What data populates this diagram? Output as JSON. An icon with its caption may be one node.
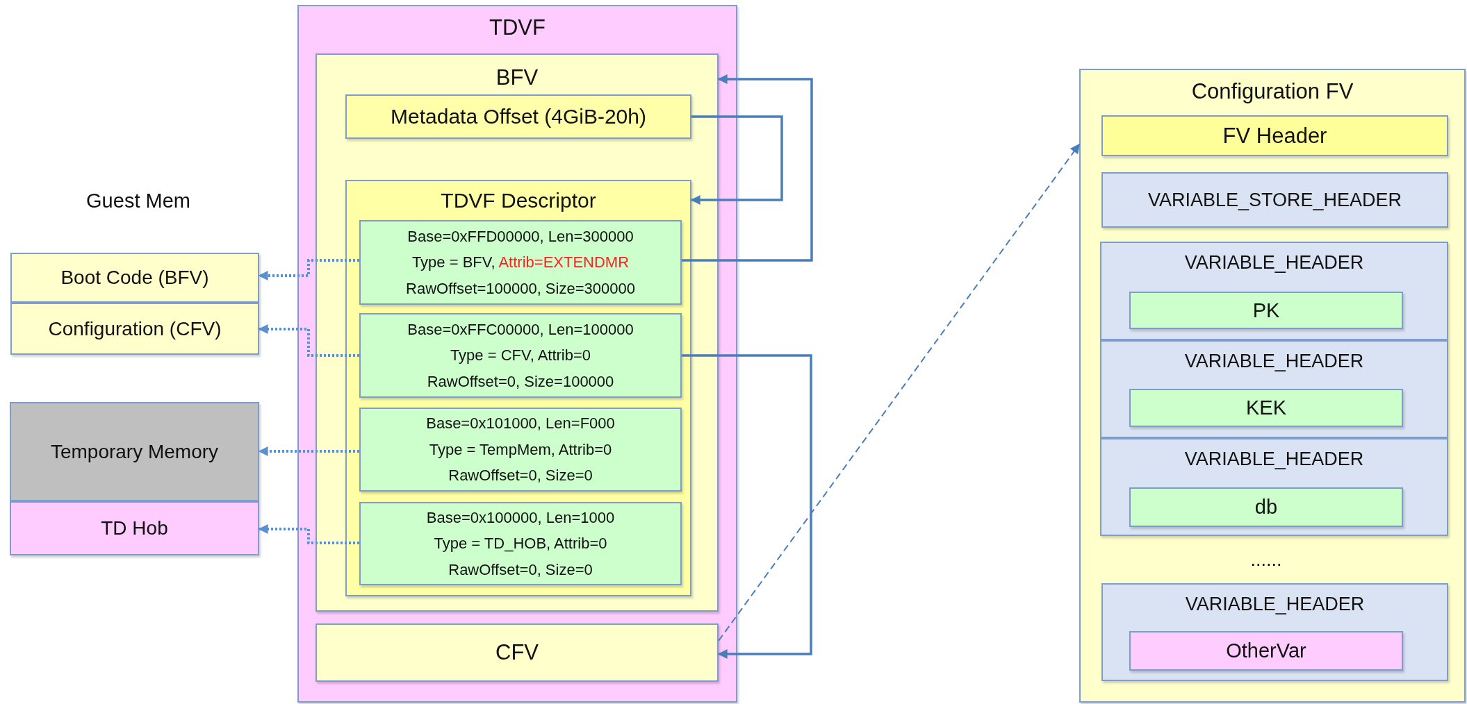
{
  "diagram": {
    "nodes": [
      {
        "text": [
          "TDVF"
        ]
      },
      {
        "text": [
          "BFV"
        ],
        "in": 0
      },
      {
        "text": [
          "Metadata Offset (4GiB-20h)"
        ],
        "in": 1
      },
      {
        "text": [
          "TDVF Descriptor"
        ],
        "in": 1
      },
      {
        "text": [
          "Base=0xFFD00000, Len=300000",
          "Type = BFV, Attrib=EXTENDMR",
          "RawOffset=100000, Size=300000"
        ],
        "in": 3
      },
      {
        "text": [
          "Base=0xFFC00000, Len=100000",
          "Type = CFV, Attrib=0",
          "RawOffset=0, Size=100000"
        ],
        "in": 3
      },
      {
        "text": [
          "Base=0x101000, Len=F000",
          "Type = TempMem, Attrib=0",
          "RawOffset=0, Size=0"
        ],
        "in": 3
      },
      {
        "text": [
          "Base=0x100000, Len=1000",
          "Type = TD_HOB, Attrib=0",
          "RawOffset=0, Size=0"
        ],
        "in": 3
      },
      {
        "text": [
          "CFV"
        ],
        "in": 0
      },
      {
        "text": [
          "Boot Code (BFV)"
        ]
      },
      {
        "text": [
          "Configuration (CFV)"
        ]
      },
      {
        "text": [
          "Temporary Memory"
        ]
      },
      {
        "text": [
          "TD Hob"
        ]
      },
      {
        "text": [
          "Configuration FV"
        ]
      },
      {
        "text": [
          "FV Header"
        ],
        "in": 13
      },
      {
        "text": [
          "VARIABLE_STORE_HEADER"
        ],
        "in": 13
      },
      {
        "text": [
          "VARIABLE_HEADER"
        ],
        "in": 13
      },
      {
        "text": [
          "PK"
        ],
        "in": 16
      },
      {
        "text": [
          "VARIABLE_HEADER"
        ],
        "in": 13
      },
      {
        "text": [
          "KEK"
        ],
        "in": 18
      },
      {
        "text": [
          "VARIABLE_HEADER"
        ],
        "in": 13
      },
      {
        "text": [
          "db"
        ],
        "in": 20
      },
      {
        "text": [
          "VARIABLE_HEADER"
        ],
        "in": 13
      },
      {
        "text": [
          "OtherVar"
        ],
        "in": 22
      }
    ],
    "edges": [
      {
        "from": 2,
        "to": 3,
        "arrow": "to"
      },
      {
        "from": 4,
        "to": 1,
        "arrow": "to"
      },
      {
        "from": 5,
        "to": 8,
        "arrow": "to"
      },
      {
        "from": 4,
        "to": 9,
        "arrow": "to",
        "style": "dashed"
      },
      {
        "from": 5,
        "to": 10,
        "arrow": "to",
        "style": "dashed"
      },
      {
        "from": 6,
        "to": 11,
        "arrow": "to",
        "style": "dashed"
      },
      {
        "from": 7,
        "to": 12,
        "arrow": "to",
        "style": "dashed"
      },
      {
        "from": 8,
        "to": 13,
        "arrow": "to",
        "style": "dashed"
      }
    ],
    "labels": [
      "Guest Mem",
      "......"
    ]
  }
}
